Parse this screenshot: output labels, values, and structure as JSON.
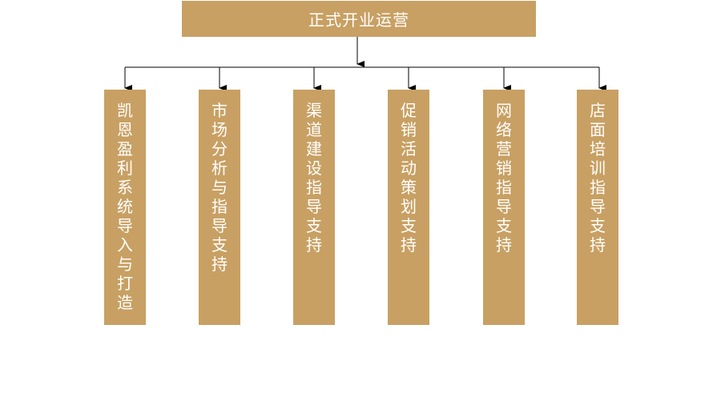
{
  "root": {
    "label": "正式开业运营"
  },
  "children": [
    {
      "label": "凯恩盈利系统导入与打造"
    },
    {
      "label": "市场分析与指导支持"
    },
    {
      "label": "渠道建设指导支持"
    },
    {
      "label": "促销活动策划支持"
    },
    {
      "label": "网络营销指导支持"
    },
    {
      "label": "店面培训指导支持"
    }
  ],
  "colors": {
    "box_fill": "#c8a063",
    "box_text": "#ffffff",
    "line": "#000000"
  }
}
